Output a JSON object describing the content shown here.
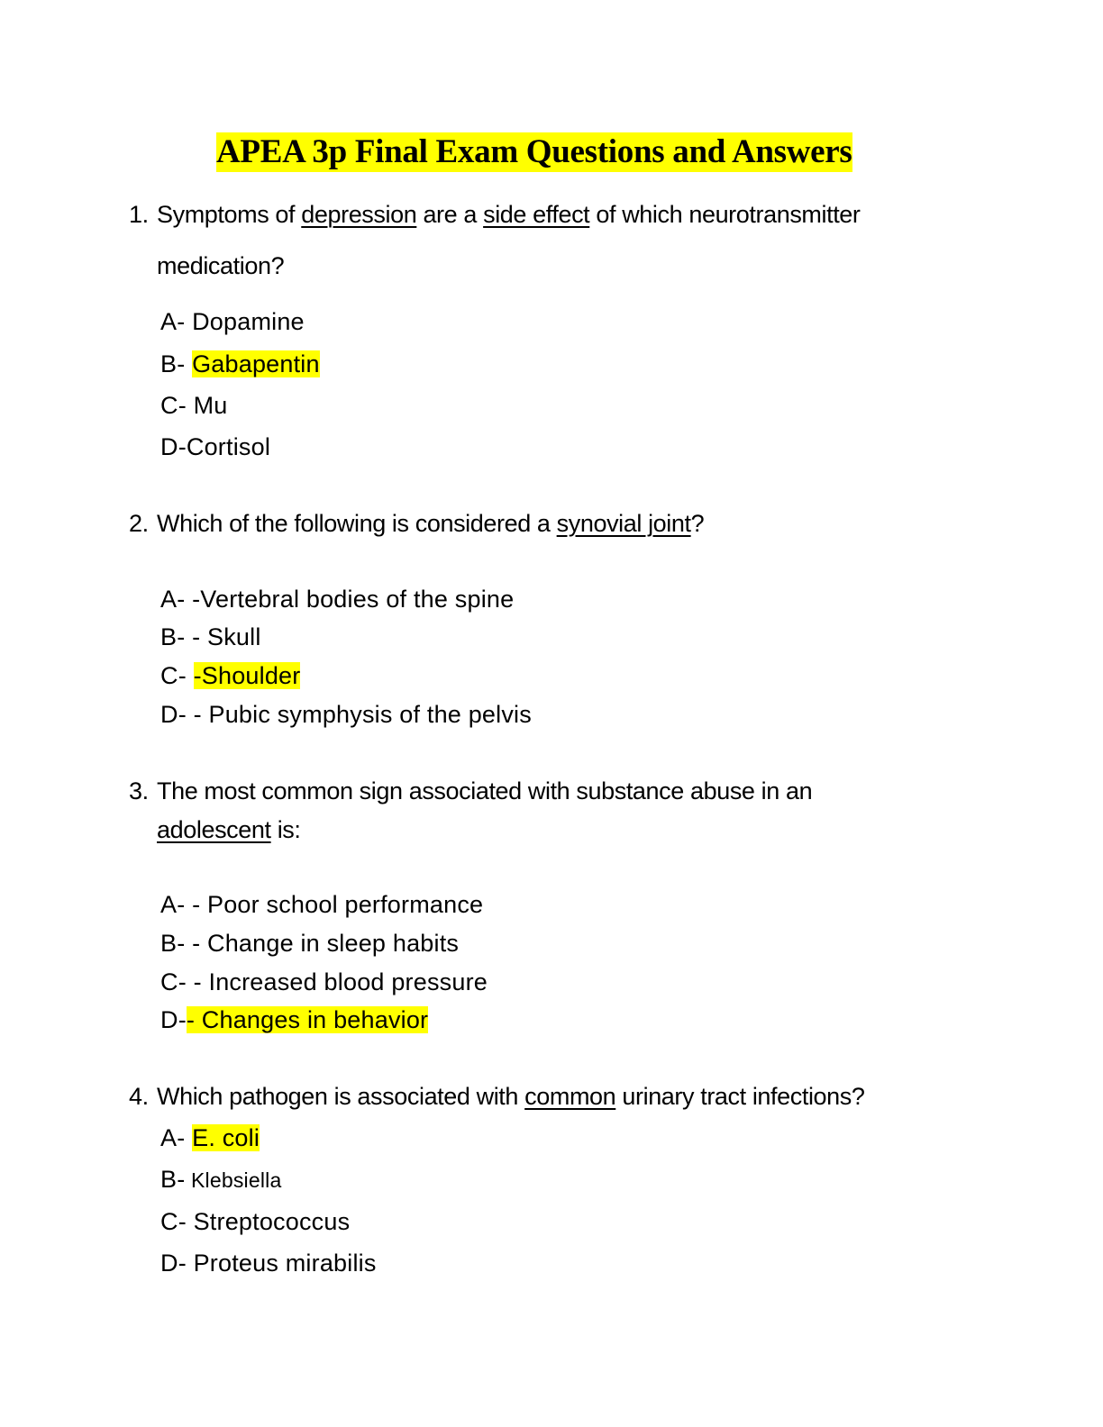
{
  "document": {
    "title": "APEA 3p Final Exam Questions and Answers",
    "highlight_color": "#ffff00",
    "questions": [
      {
        "number": "1.",
        "text_parts": {
          "p1": "Symptoms of ",
          "u1": "depression",
          "p2": " are a ",
          "u2": "side effect",
          "p3": " of which neurotransmitter",
          "line2": "medication?"
        },
        "options": [
          {
            "letter": "A-",
            "text": "Dopamine",
            "correct": false
          },
          {
            "letter": "B-",
            "text": "Gabapentin",
            "correct": true
          },
          {
            "letter": "C-",
            "text": "Mu",
            "correct": false
          },
          {
            "letter": "D-",
            "text": "Cortisol",
            "correct": false
          }
        ]
      },
      {
        "number": "2.",
        "text_parts": {
          "p1": "Which of the following is considered a ",
          "u1": "synovial joint",
          "p2": "?"
        },
        "options": [
          {
            "letter": "A-",
            "text": "-Vertebral bodies of the spine",
            "correct": false
          },
          {
            "letter": "B-",
            "text": "- Skull",
            "correct": false
          },
          {
            "letter": "C-",
            "text": "-Shoulder",
            "correct": true
          },
          {
            "letter": "D-",
            "text": "- Pubic symphysis of the pelvis",
            "correct": false
          }
        ]
      },
      {
        "number": "3.",
        "text_parts": {
          "p1": "The most common sign associated with substance abuse in an",
          "u1": "adolescent",
          "p2": " is:"
        },
        "options": [
          {
            "letter": "A-",
            "text": "- Poor school performance",
            "correct": false
          },
          {
            "letter": "B-",
            "text": "- Change in sleep habits",
            "correct": false
          },
          {
            "letter": "C-",
            "text": "- Increased blood pressure",
            "correct": false
          },
          {
            "letter": "D-",
            "text": "- Changes in behavior",
            "correct": true
          }
        ]
      },
      {
        "number": "4.",
        "text_parts": {
          "p1": "Which pathogen is associated with ",
          "u1": "common",
          "p2": " urinary tract infections?"
        },
        "options": [
          {
            "letter": "A-",
            "text": "E. coli",
            "correct": true
          },
          {
            "letter": "B-",
            "text": "Klebsiella",
            "correct": false
          },
          {
            "letter": "C-",
            "text": "Streptococcus",
            "correct": false
          },
          {
            "letter": "D-",
            "text": "Proteus mirabilis",
            "correct": false
          }
        ]
      }
    ]
  }
}
